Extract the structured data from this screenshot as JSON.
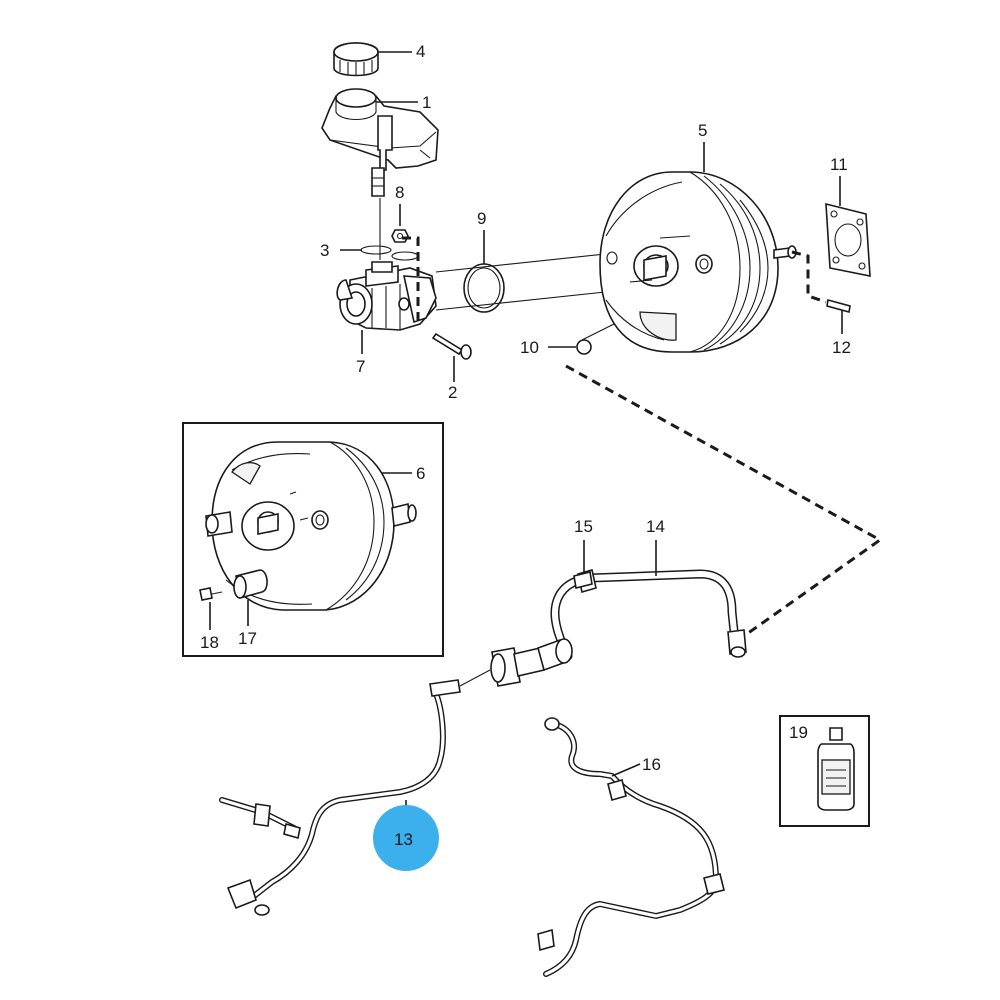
{
  "callouts": {
    "c1": "1",
    "c2": "2",
    "c3": "3",
    "c4": "4",
    "c5": "5",
    "c6": "6",
    "c7": "7",
    "c8": "8",
    "c9": "9",
    "c10": "10",
    "c11": "11",
    "c12": "12",
    "c13": "13",
    "c14": "14",
    "c15": "15",
    "c16": "16",
    "c17": "17",
    "c18": "18",
    "c19": "19"
  },
  "highlight": {
    "part": "13",
    "color": "#3bb0ec"
  },
  "colors": {
    "line": "#1a1a1a",
    "background": "#ffffff"
  }
}
